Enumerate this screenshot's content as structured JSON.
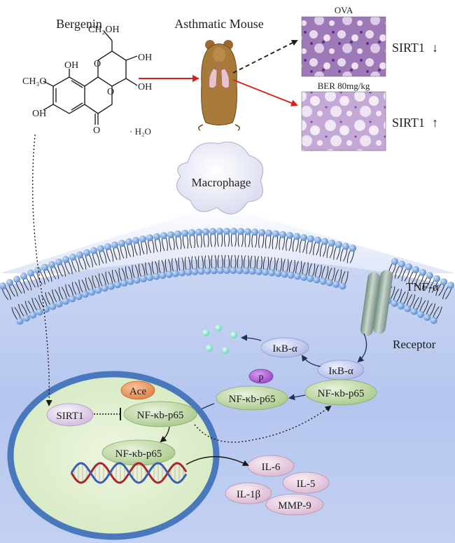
{
  "compound": {
    "name": "Bergenin",
    "methoxy": "CH₃O",
    "hydroxyl": "OH",
    "ring_o": "O",
    "carbonyl_o": "O",
    "ch2oh": "CH₂OH",
    "water": "· H₂O"
  },
  "mouse": {
    "title": "Asthmatic Mouse"
  },
  "histology": [
    {
      "label": "OVA",
      "marker": "SIRT1",
      "trend": "↓"
    },
    {
      "label": "BER 80mg/kg",
      "marker": "SIRT1",
      "trend": "↑"
    }
  ],
  "cell": {
    "label": "Macrophage"
  },
  "membrane": {
    "ligand": "TNF-α",
    "receptor": "Receptor"
  },
  "cytoplasm": {
    "ikb_free": "IκB-α",
    "ikb_bound": "IκB-α",
    "nfkb_bound": "NF-κb-p65",
    "nfkb_phos": "NF-κb-p65",
    "phospho": "p"
  },
  "nucleus": {
    "sirt1": "SIRT1",
    "ace": "Ace",
    "nfkb_acetyl": "NF-κb-p65",
    "nfkb_dna": "NF-κb-p65"
  },
  "cytokines": [
    "IL-6",
    "IL-5",
    "IL-1β",
    "MMP-9"
  ],
  "colors": {
    "arrow_red": "#d81e1e",
    "membrane_head": "#6a9ad8",
    "nfkb_fill": "#cfe2b8",
    "ikb_fill": "#cfd4f2",
    "sirt1_fill": "#e6d7f0",
    "ace_fill": "#f2a66e",
    "phospho_fill": "#b368d8",
    "nucleus_rim": "#4a78bc",
    "cytokine_fill": "#eed8ea"
  }
}
